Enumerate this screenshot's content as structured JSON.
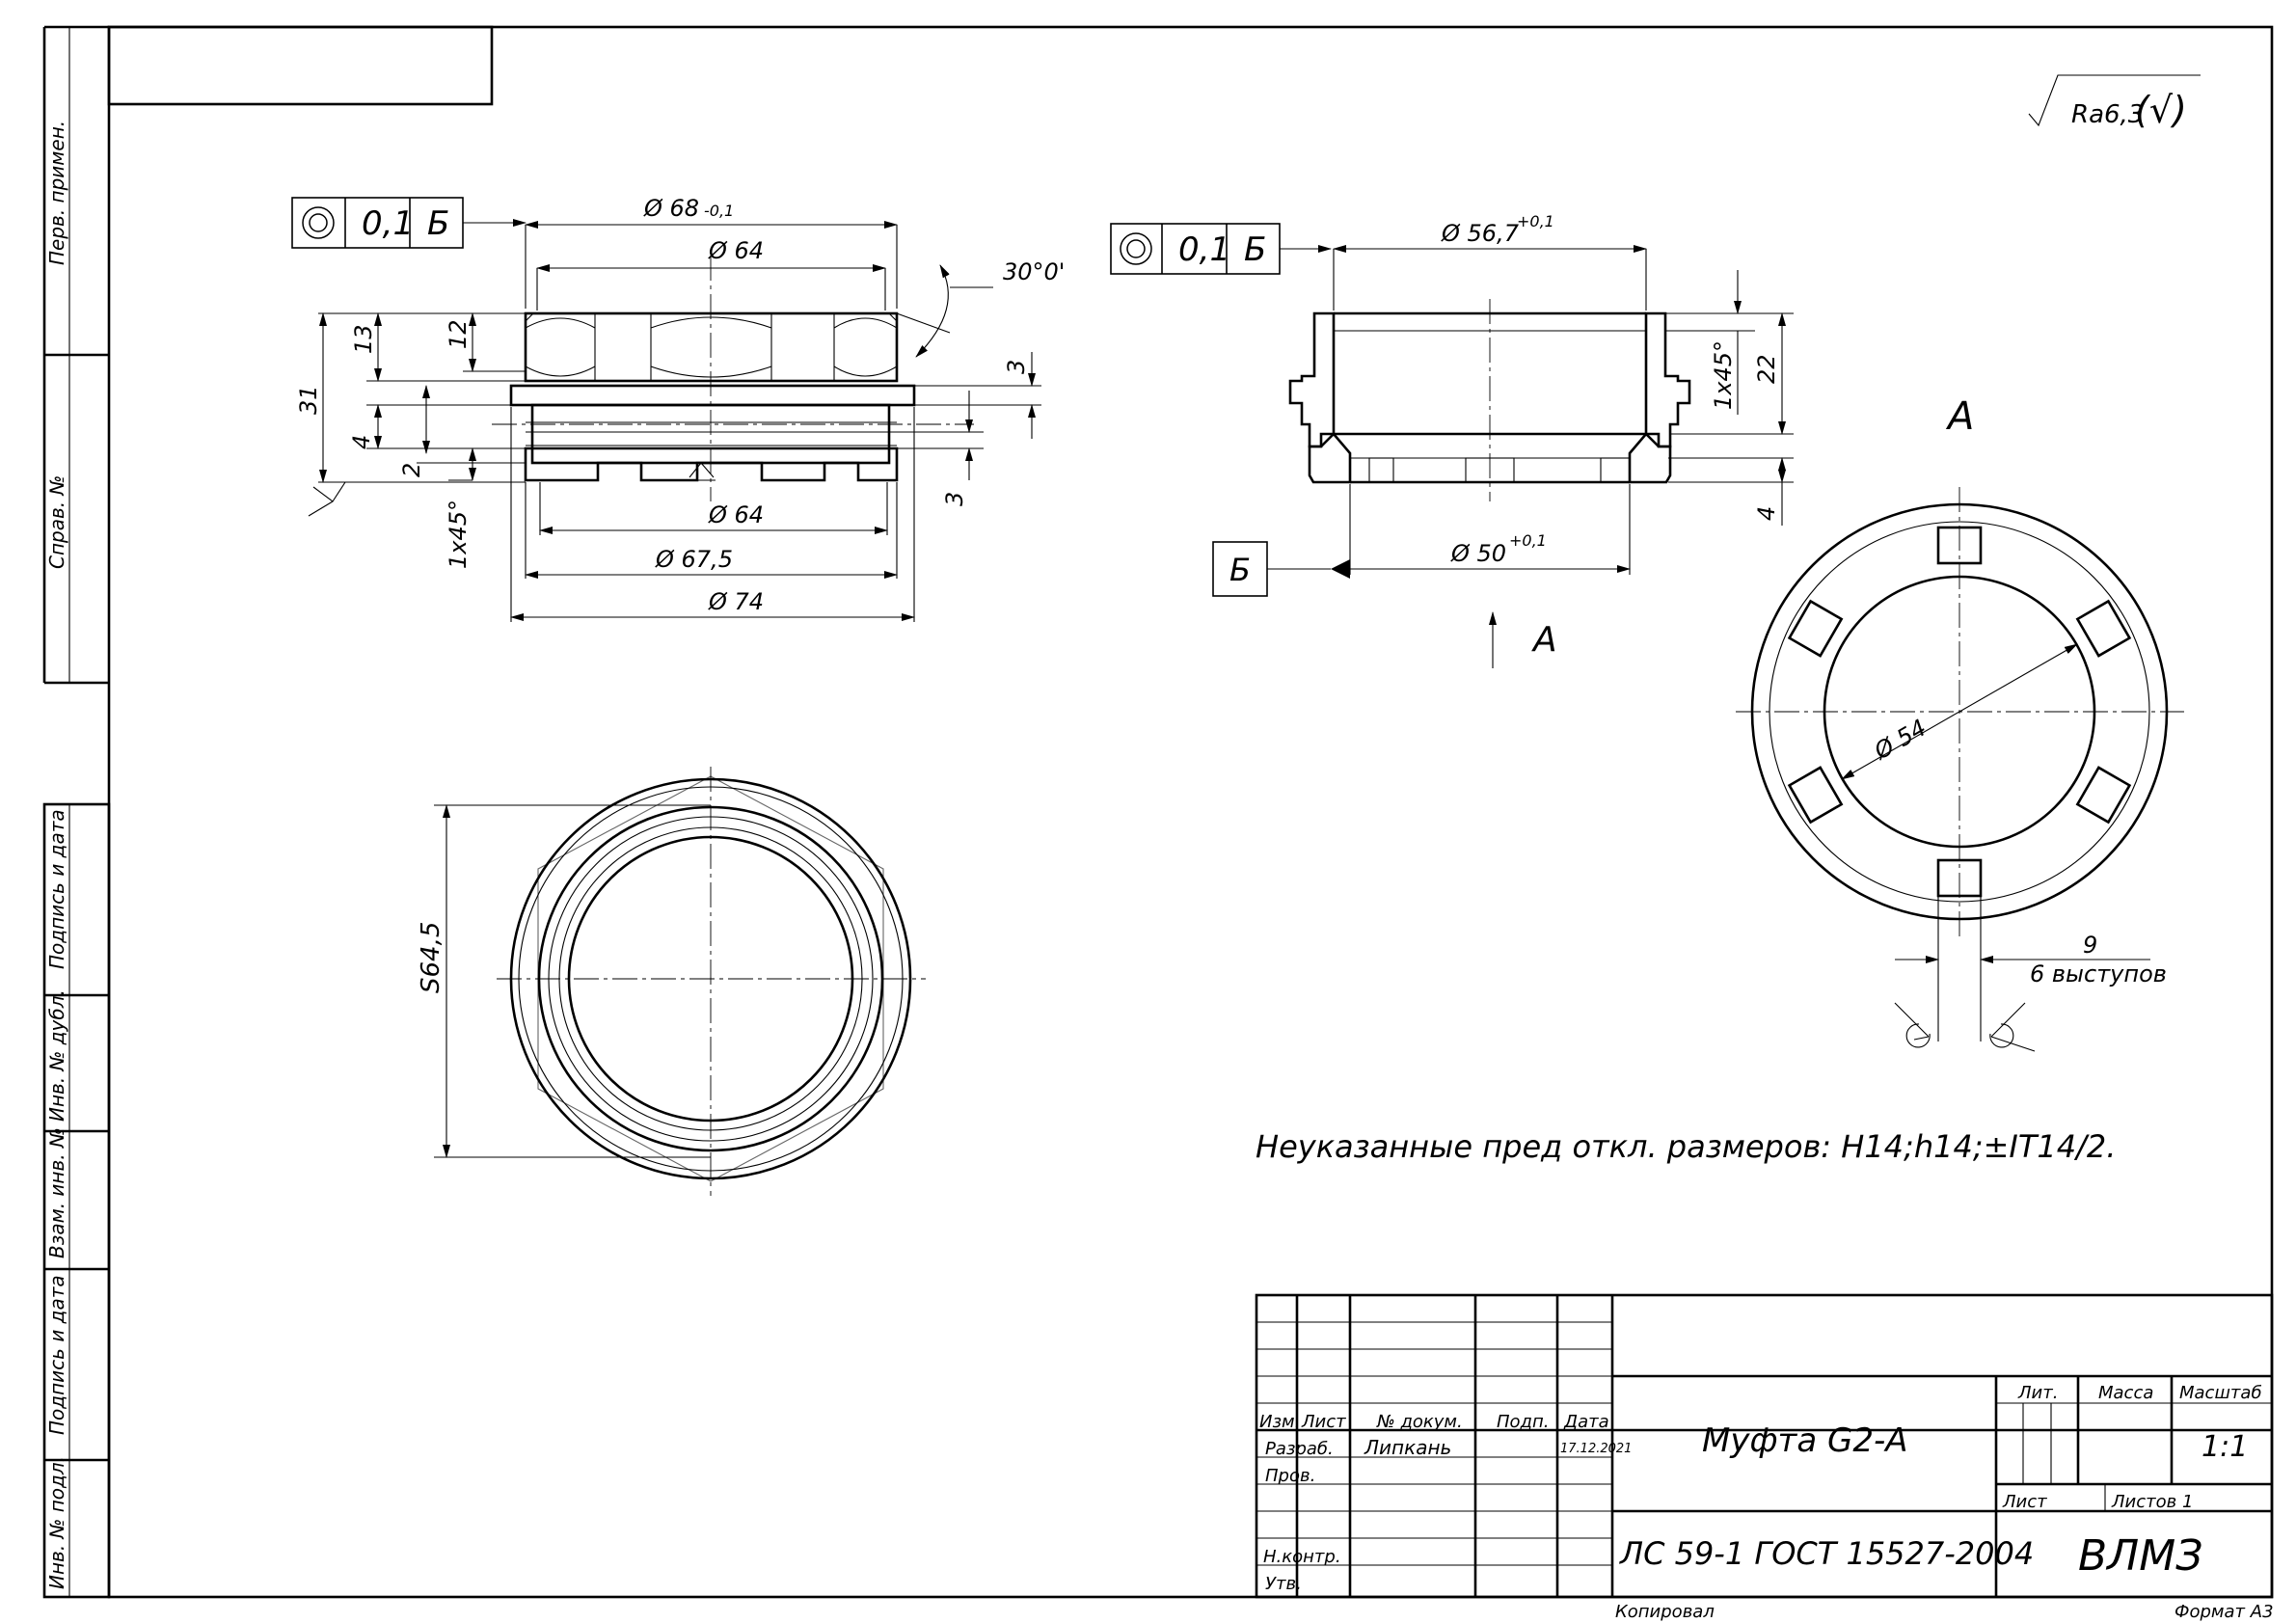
{
  "sidebar": {
    "perv_primen": "Перв. примен.",
    "sprav_no": "Справ. №",
    "podpis_data_1": "Подпись и дата",
    "inv_dubl": "Инв. № дубл.",
    "vzam_inv": "Взам. инв. №",
    "podpis_data_2": "Подпись и дата",
    "inv_podl": "Инв. № подл."
  },
  "roughness": {
    "value": "Ra6,3",
    "check": "(√)"
  },
  "view_left": {
    "tol_symbol": "◎",
    "tol_value": "0,1",
    "tol_datum": "Б",
    "dims": {
      "d68": "Ø 68",
      "d68_tol": "-0,1",
      "d64_top": "Ø 64",
      "angle": "30°0'",
      "h13": "13",
      "h12": "12",
      "h31": "31",
      "h3a": "3",
      "h4": "4",
      "h2": "2",
      "h3b": "3",
      "chamfer": "1x45°",
      "d64_bot": "Ø 64",
      "d67_5": "Ø 67,5",
      "d74": "Ø 74"
    }
  },
  "view_right": {
    "tol_symbol": "◎",
    "tol_value": "0,1",
    "tol_datum": "Б",
    "dims": {
      "d56_7": "Ø 56,7",
      "d56_7_tol": "+0,1",
      "chamfer": "1x45°",
      "h22": "22",
      "h4": "4",
      "d50": "Ø 50",
      "d50_tol": "+0,1"
    },
    "datum_label": "Б",
    "view_arrow_label": "А"
  },
  "view_top": {
    "size": "S64,5"
  },
  "view_a": {
    "title": "А",
    "d54": "Ø 54",
    "width": "9",
    "count": "6 выступов"
  },
  "notes": {
    "tolerances": "Неуказанные пред откл. размеров: H14;h14;±IT14/2."
  },
  "title_block": {
    "izm": "Изм.",
    "list": "Лист",
    "no_dokum": "№ докум.",
    "podp": "Подп.",
    "data": "Дата",
    "razrab": "Разраб.",
    "razrab_name": "Липкань",
    "razrab_date": "17.12.2021",
    "prov": "Пров.",
    "nkontr": "Н.контр.",
    "utv": "Утв.",
    "name": "Муфта G2-А",
    "material": "ЛС 59-1 ГОСТ 15527-2004",
    "lit": "Лит.",
    "massa": "Масса",
    "masshtab": "Масштаб",
    "scale": "1:1",
    "sheet_label": "Лист",
    "sheets_label": "Листов 1",
    "org": "ВЛМЗ"
  },
  "footer": {
    "kopiroval": "Копировал",
    "format": "Формат А3"
  }
}
